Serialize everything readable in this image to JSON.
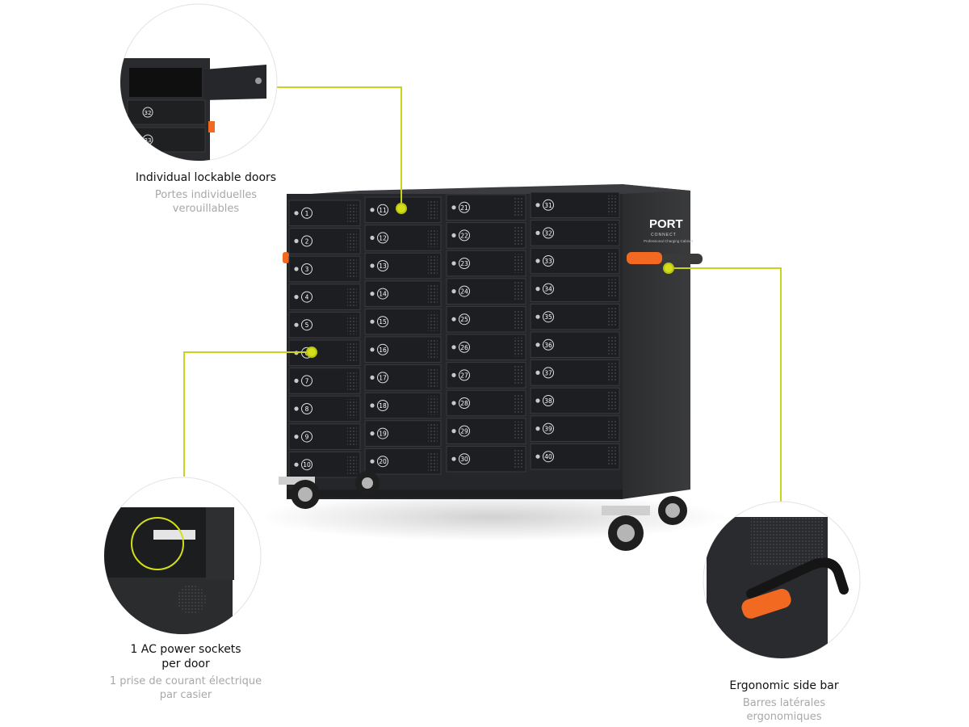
{
  "features": {
    "doors": {
      "en": "Individual lockable doors",
      "fr_line1": "Portes individuelles",
      "fr_line2": "verouillables"
    },
    "power": {
      "en_line1": "1 AC power sockets",
      "en_line2": "per door",
      "fr_line1": "1 prise de courant électrique",
      "fr_line2": "par casier"
    },
    "sidebar": {
      "en": "Ergonomic side bar",
      "fr_line1": "Barres latérales",
      "fr_line2": "ergonomiques"
    }
  },
  "brand": {
    "name": "PORT",
    "sub": "CONNECT",
    "tagline": "Professional Charging Cabinet"
  },
  "lockers": [
    "1",
    "2",
    "3",
    "4",
    "5",
    "6",
    "7",
    "8",
    "9",
    "10",
    "11",
    "12",
    "13",
    "14",
    "15",
    "16",
    "17",
    "18",
    "19",
    "20",
    "21",
    "22",
    "23",
    "24",
    "25",
    "26",
    "27",
    "28",
    "29",
    "30",
    "31",
    "32",
    "33",
    "34",
    "35",
    "36",
    "37",
    "38",
    "39",
    "40"
  ],
  "inset_doors_numbers": [
    "32",
    "33"
  ],
  "colors": {
    "accent": "#d3df1a",
    "cabinet": "#2a2b2d",
    "door": "#1f2022",
    "handle_orange": "#f26a21",
    "label_gray": "#a8a8a8"
  }
}
